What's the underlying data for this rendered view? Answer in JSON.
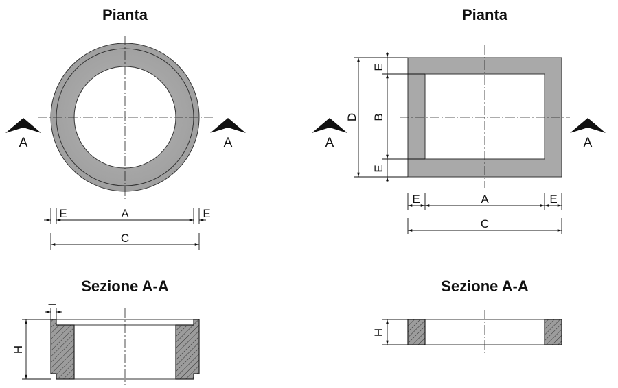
{
  "left": {
    "plan_title": "Pianta",
    "section_title": "Sezione A-A",
    "section_marker": "A",
    "dims": {
      "wall": "E",
      "inner": "A",
      "outer": "C",
      "height": "H",
      "rebate": "I"
    }
  },
  "right": {
    "plan_title": "Pianta",
    "section_title": "Sezione A-A",
    "section_marker": "A",
    "dims": {
      "wall": "E",
      "inner_width": "A",
      "outer_width": "C",
      "inner_depth": "B",
      "outer_depth": "D",
      "height": "H"
    }
  },
  "colors": {
    "concrete": "#a9a9a9",
    "line": "#111111"
  }
}
